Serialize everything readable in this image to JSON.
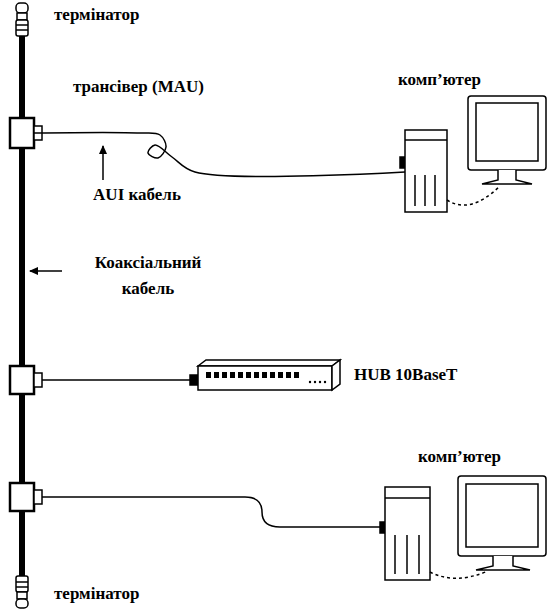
{
  "diagram": {
    "nodes": [
      {
        "text": [
          "термінатор"
        ]
      },
      {
        "text": [
          "трансівер (MAU)"
        ]
      },
      {
        "text": [
          "комп’ютер"
        ]
      },
      {
        "text": [
          "HUB 10BaseT"
        ]
      },
      {
        "text": [
          "комп’ютер"
        ]
      },
      {
        "text": [
          "термінатор"
        ]
      }
    ],
    "edges": [
      {
        "from": 1,
        "to": 2,
        "arrow": "none"
      }
    ],
    "labels": [
      "AUI кабель",
      "Коаксіальний кабель"
    ]
  }
}
